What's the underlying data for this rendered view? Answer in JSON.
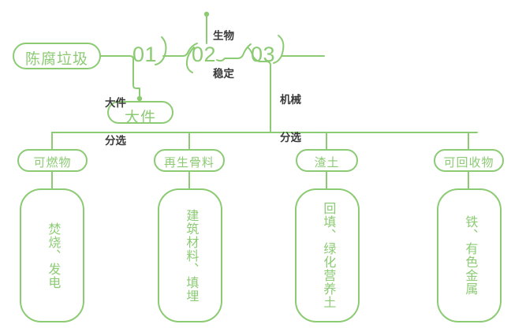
{
  "theme": {
    "accent_green": "#8ccb74",
    "line_green": "#8ccb74",
    "label_dark": "#3b3b3b",
    "background": "#ffffff"
  },
  "diagram": {
    "type": "process-flow",
    "title": "",
    "source_node": {
      "label": "陈腐垃圾"
    },
    "stages": [
      {
        "number": "01",
        "annotation": "大件\n分选",
        "annot_line1": "大件",
        "annot_line2": "分选",
        "output": "大件"
      },
      {
        "number": "02",
        "annotation": "生物\n稳定",
        "annot_line1": "生物",
        "annot_line2": "稳定",
        "output": ""
      },
      {
        "number": "03",
        "annotation": "机械\n分选",
        "annot_line1": "机械",
        "annot_line2": "分选",
        "output": ""
      }
    ],
    "intermediate_output": {
      "label": "大件"
    },
    "branches": [
      {
        "pill": "可燃物",
        "detail": "焚烧、发电"
      },
      {
        "pill": "再生骨料",
        "detail": "建筑材料、填埋"
      },
      {
        "pill": "渣土",
        "detail": "回填、绿化营养土"
      },
      {
        "pill": "可回收物",
        "detail": "铁、有色金属"
      }
    ]
  }
}
